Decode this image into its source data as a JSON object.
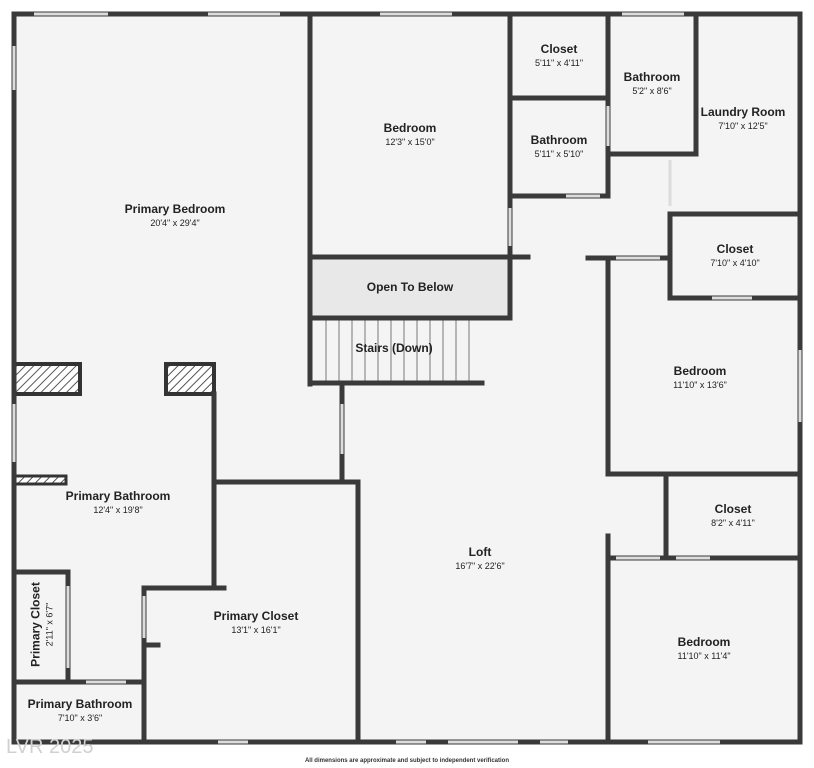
{
  "rooms": {
    "primary_bedroom": {
      "name": "Primary Bedroom",
      "dims": "20'4\" x 29'4\""
    },
    "bedroom_top": {
      "name": "Bedroom",
      "dims": "12'3\" x 15'0\""
    },
    "closet_top": {
      "name": "Closet",
      "dims": "5'11\" x 4'11\""
    },
    "bathroom_mid": {
      "name": "Bathroom",
      "dims": "5'11\" x 5'10\""
    },
    "bathroom_top_right": {
      "name": "Bathroom",
      "dims": "5'2\" x 8'6\""
    },
    "laundry_room": {
      "name": "Laundry Room",
      "dims": "7'10\" x 12'5\""
    },
    "closet_right_top": {
      "name": "Closet",
      "dims": "7'10\" x 4'10\""
    },
    "open_to_below": {
      "name": "Open To Below"
    },
    "stairs": {
      "name": "Stairs (Down)"
    },
    "bedroom_right_mid": {
      "name": "Bedroom",
      "dims": "11'10\" x 13'6\""
    },
    "closet_right_mid": {
      "name": "Closet",
      "dims": "8'2\" x 4'11\""
    },
    "primary_bathroom": {
      "name": "Primary Bathroom",
      "dims": "12'4\" x 19'8\""
    },
    "loft": {
      "name": "Loft",
      "dims": "16'7\" x 22'6\""
    },
    "primary_closet_big": {
      "name": "Primary Closet",
      "dims": "13'1\" x 16'1\""
    },
    "primary_closet_small": {
      "name": "Primary Closet",
      "dims": "2'11\" x 6'7\""
    },
    "primary_bathroom_small": {
      "name": "Primary Bathroom",
      "dims": "7'10\" x 3'6\""
    },
    "bedroom_bottom_right": {
      "name": "Bedroom",
      "dims": "11'10\" x 11'4\""
    }
  },
  "watermark": "LVR 2025",
  "footnote": "All dimensions are approximate and subject to independent verification",
  "colors": {
    "wall": "#3a3a3a",
    "floor": "#f4f4f4",
    "open_below": "#e8e8e8"
  }
}
